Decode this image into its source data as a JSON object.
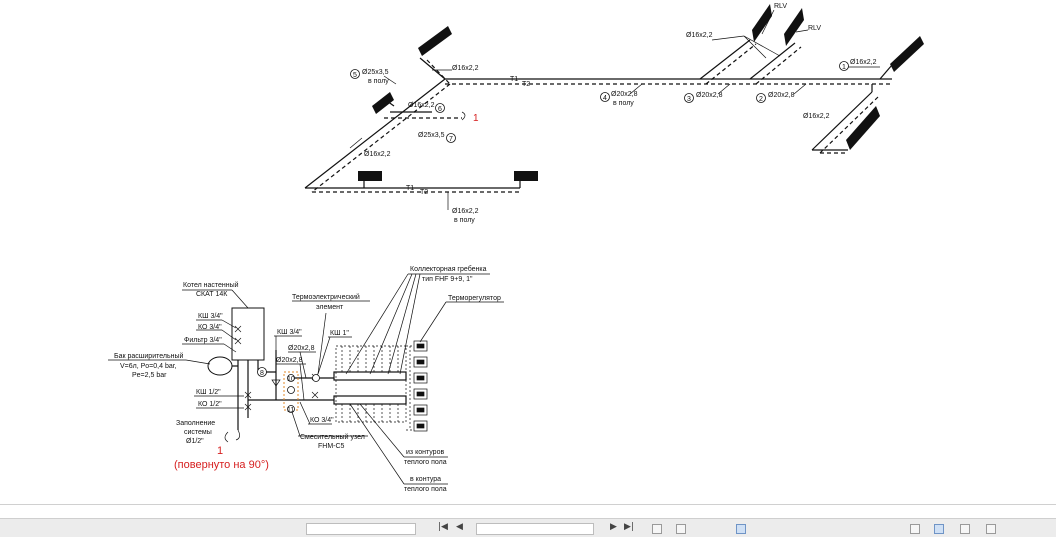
{
  "plan": {
    "pipe_labels": {
      "d16_a": "Ø16x2,2",
      "d25_a": "Ø25x3,5",
      "v_polu_a": "в полу",
      "d16_b": "Ø16x2,2",
      "d25_b": "Ø25x3,5",
      "d16_c": "Ø16x2,2",
      "d16_d": "Ø16x2,2",
      "v_polu_d": "в полу",
      "d20_a": "Ø20x2,8",
      "v_polu_e": "в полу",
      "d20_b": "Ø20x2,8",
      "d20_c": "Ø20x2,8",
      "d16_e": "Ø16x2,2",
      "d16_f": "Ø16x2,2",
      "d16_g": "Ø16x2,2"
    },
    "markers": {
      "t1": "T1",
      "t2": "T2",
      "rlv1": "RLV",
      "rlv2": "RLV"
    },
    "bubbles": [
      "5",
      "6",
      "7",
      "4",
      "3",
      "2",
      "1"
    ],
    "red_ref": "1"
  },
  "scheme": {
    "boiler_title": "Котел настенный",
    "boiler_model": "СКАТ 14К",
    "ksh34_a": "КШ 3/4\"",
    "ko34_a": "КО 3/4\"",
    "filter": "Фильтр 3/4\"",
    "tank_title": "Бак расширительный",
    "tank_params1": "V=6л, Po=0,4 bar,",
    "tank_params2": "Pe=2,5 bar",
    "ksh12": "КШ 1/2\"",
    "ko12": "КО 1/2\"",
    "fill1": "Заполнение",
    "fill2": "системы",
    "fill3": "Ø1/2\"",
    "ksh34_b": "КШ 3/4\"",
    "d20_a": "Ø20x2,8",
    "d20_b": "Ø20x2,8",
    "thermo1": "Термоэлектрический",
    "thermo2": "элемент",
    "ksh1": "КШ 1\"",
    "manifold1": "Коллекторная гребенка",
    "manifold2": "тип FHF 9+9, 1\"",
    "regulator": "Терморегулятор",
    "ko34_b": "КО 3/4\"",
    "mixing1": "Смесительный узел",
    "mixing2": "FHM-C5",
    "from1": "из контуров",
    "from2": "теплого пола",
    "to1": "в контура",
    "to2": "теплого пола",
    "red_num": "1",
    "red_rot": "(повернуто на 90°)",
    "bubble8": "8",
    "bubble10": "10",
    "bubble11": "11"
  },
  "statusbar": {
    "page_field": ""
  },
  "colors": {
    "accent_red": "#d62020",
    "ink": "#111111"
  }
}
